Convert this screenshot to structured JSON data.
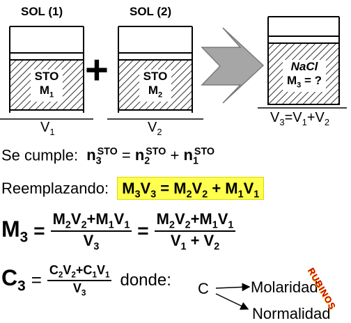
{
  "beakers": [
    {
      "title": "SOL (1)",
      "content_l1": "STO",
      "content_l2": "M",
      "content_sub": "1",
      "volume": "V",
      "volume_sub": "1"
    },
    {
      "title": "SOL (2)",
      "content_l1": "STO",
      "content_l2": "M",
      "content_sub": "2",
      "volume": "V",
      "volume_sub": "2"
    },
    {
      "title": "",
      "content_l1": "NaCl",
      "content_l2": "M",
      "content_sub": "3",
      "content_tail": " = ?",
      "volume": "V",
      "volume_sub": "3",
      "volume_tail": "=V",
      "volume_sub2": "1",
      "volume_tail2": "+V",
      "volume_sub3": "2"
    }
  ],
  "plus_symbol": "+",
  "eq1": {
    "prefix": "Se cumple:",
    "lhs": "n",
    "lhs_sub": "3",
    "lhs_sup": "STO",
    "eq": "=",
    "t1": "n",
    "t1_sub": "2",
    "t1_sup": "STO",
    "plus": "+",
    "t2": "n",
    "t2_sub": "1",
    "t2_sup": "STO"
  },
  "eq2": {
    "prefix": "Reemplazando:",
    "a": "M",
    "a_sub": "3",
    "b": "V",
    "b_sub": "3",
    "eq": "=",
    "c": "M",
    "c_sub": "2",
    "d": "V",
    "d_sub": "2",
    "plus": "+",
    "e": "M",
    "e_sub": "1",
    "f": "V",
    "f_sub": "1"
  },
  "eq3": {
    "lhs": "M",
    "lhs_sub": "3",
    "eq": "=",
    "num1": "M",
    "num1_s1": "2",
    "num1_b": "V",
    "num1_s2": "2",
    "num1_plus": "+M",
    "num1_s3": "1",
    "num1_c": "V",
    "num1_s4": "1",
    "den1": "V",
    "den1_sub": "3",
    "eq2": "=",
    "num2": "M",
    "num2_s1": "2",
    "num2_b": "V",
    "num2_s2": "2",
    "num2_plus": "+M",
    "num2_s3": "1",
    "num2_c": "V",
    "num2_s4": "1",
    "den2": "V",
    "den2_s1": "1",
    "den2_plus": " + V",
    "den2_s2": "2"
  },
  "eq4": {
    "lhs": "C",
    "lhs_sub": "3",
    "eq": "=",
    "num": "C",
    "num_s1": "2",
    "num_b": "V",
    "num_s2": "2",
    "num_plus": "+C",
    "num_s3": "1",
    "num_c": "V",
    "num_s4": "1",
    "den": "V",
    "den_sub": "3",
    "donde": "donde:"
  },
  "branch": {
    "root": "C",
    "item1": "Molaridad",
    "item2": "Normalidad"
  },
  "watermark": "RUBINOS",
  "colors": {
    "highlight": "#ffff4d",
    "arrow_fill": "#a6a6a6",
    "watermark": "#cc0000"
  }
}
